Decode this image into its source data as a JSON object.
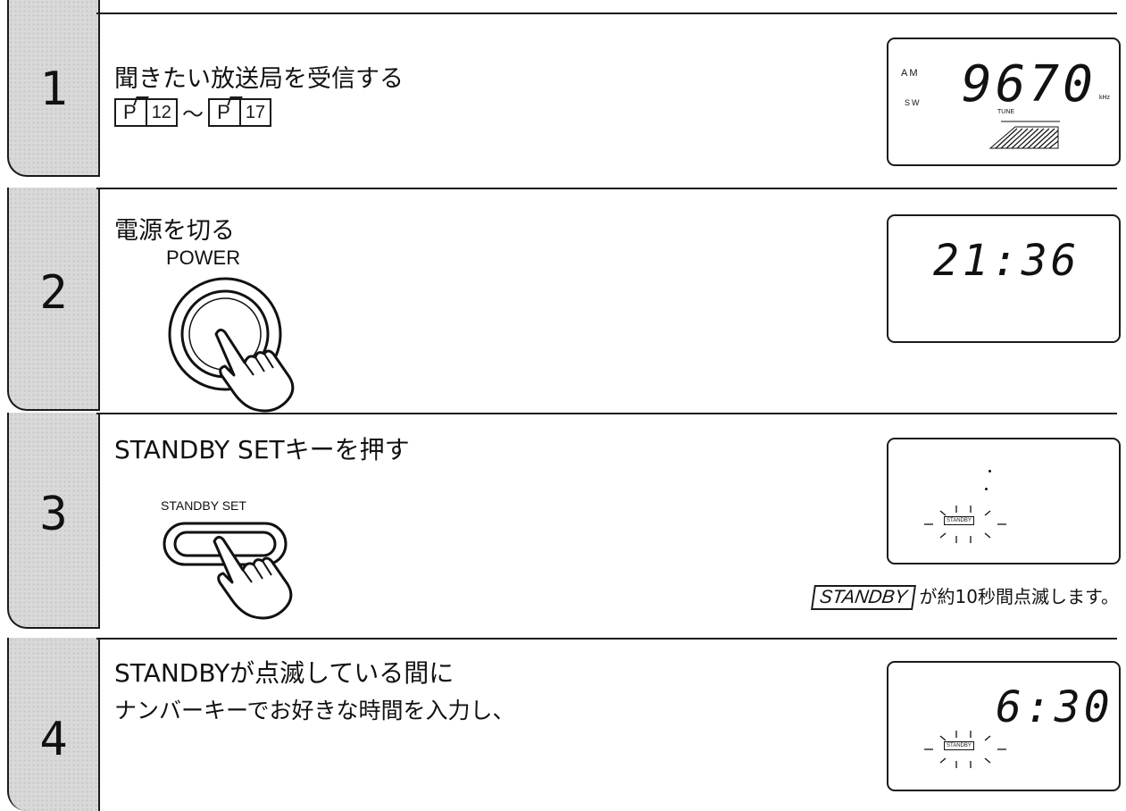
{
  "steps": [
    {
      "number": "1",
      "title": "聞きたい放送局を受信する",
      "page_ref": {
        "p1": "P",
        "n1": "12",
        "sep": "〜",
        "p2": "P",
        "n2": "17"
      },
      "display": {
        "band_am": "AM",
        "band_sw": "SW",
        "frequency": "9670",
        "unit": "kHz",
        "tune": "TUNE"
      }
    },
    {
      "number": "2",
      "title": "電源を切る",
      "button_label": "POWER",
      "display": {
        "time": "21:36"
      }
    },
    {
      "number": "3",
      "title": "STANDBY SETキーを押す",
      "button_label": "STANDBY SET",
      "display": {
        "indicator": "STANDBY"
      },
      "note_tag": "STANDBY",
      "note_text": "が約10秒間点滅します。"
    },
    {
      "number": "4",
      "title_line1": "STANDBYが点滅している間に",
      "title_line2": "ナンバーキーでお好きな時間を入力し、",
      "display": {
        "time": "6:30",
        "indicator": "STANDBY"
      }
    }
  ]
}
